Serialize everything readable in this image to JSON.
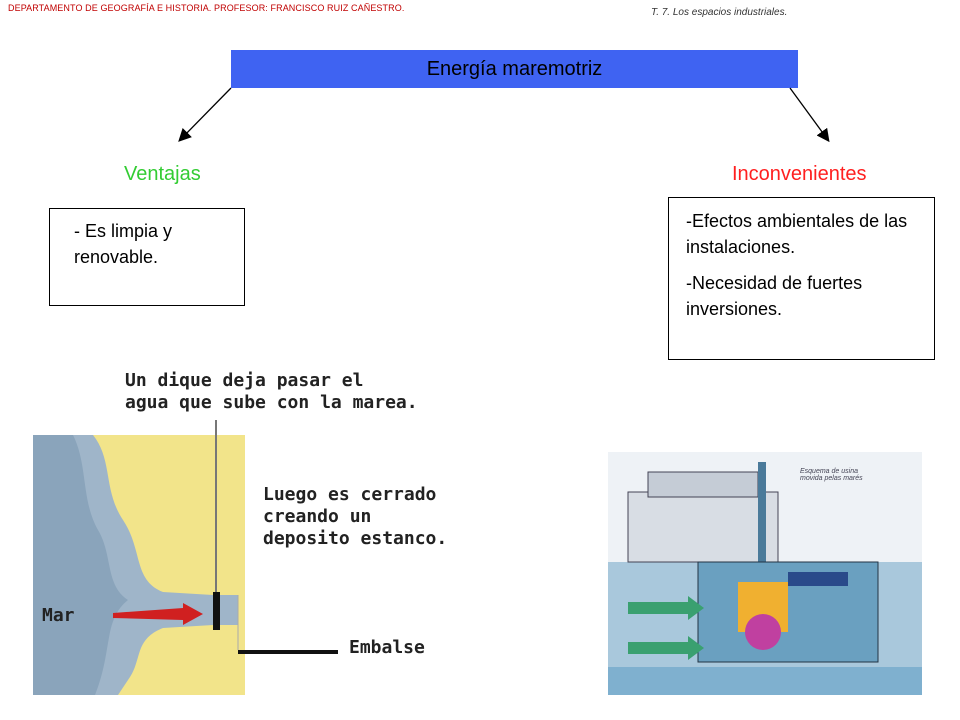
{
  "header": {
    "left": "DEPARTAMENTO DE GEOGRAFÍA E HISTORIA. PROFESOR: FRANCISCO RUIZ CAÑESTRO.",
    "right": "T. 7. Los espacios industriales."
  },
  "title": "Energía maremotriz",
  "ventajas": {
    "heading": "Ventajas",
    "text": "- Es limpia y renovable."
  },
  "inconvenientes": {
    "heading": "Inconvenientes",
    "items": [
      "-Efectos ambientales de las instalaciones.",
      "-Necesidad de fuertes inversiones."
    ]
  },
  "diagram_tide": {
    "caption_top": [
      "Un dique deja pasar el",
      "agua que sube con la marea."
    ],
    "caption_mid": [
      "Luego es cerrado",
      "creando un",
      "deposito estanco."
    ],
    "label_embalse": "Embalse",
    "label_mar": "Mar"
  },
  "diagram_plant": {
    "label": [
      "Esquema de usina",
      "movida pelas marés"
    ]
  },
  "colors": {
    "title_bar": "#3f63f2",
    "ventajas": "#33cc33",
    "inconvenientes": "#ff2020",
    "sea": "#9fb5c9",
    "land": "#f2e48a"
  }
}
